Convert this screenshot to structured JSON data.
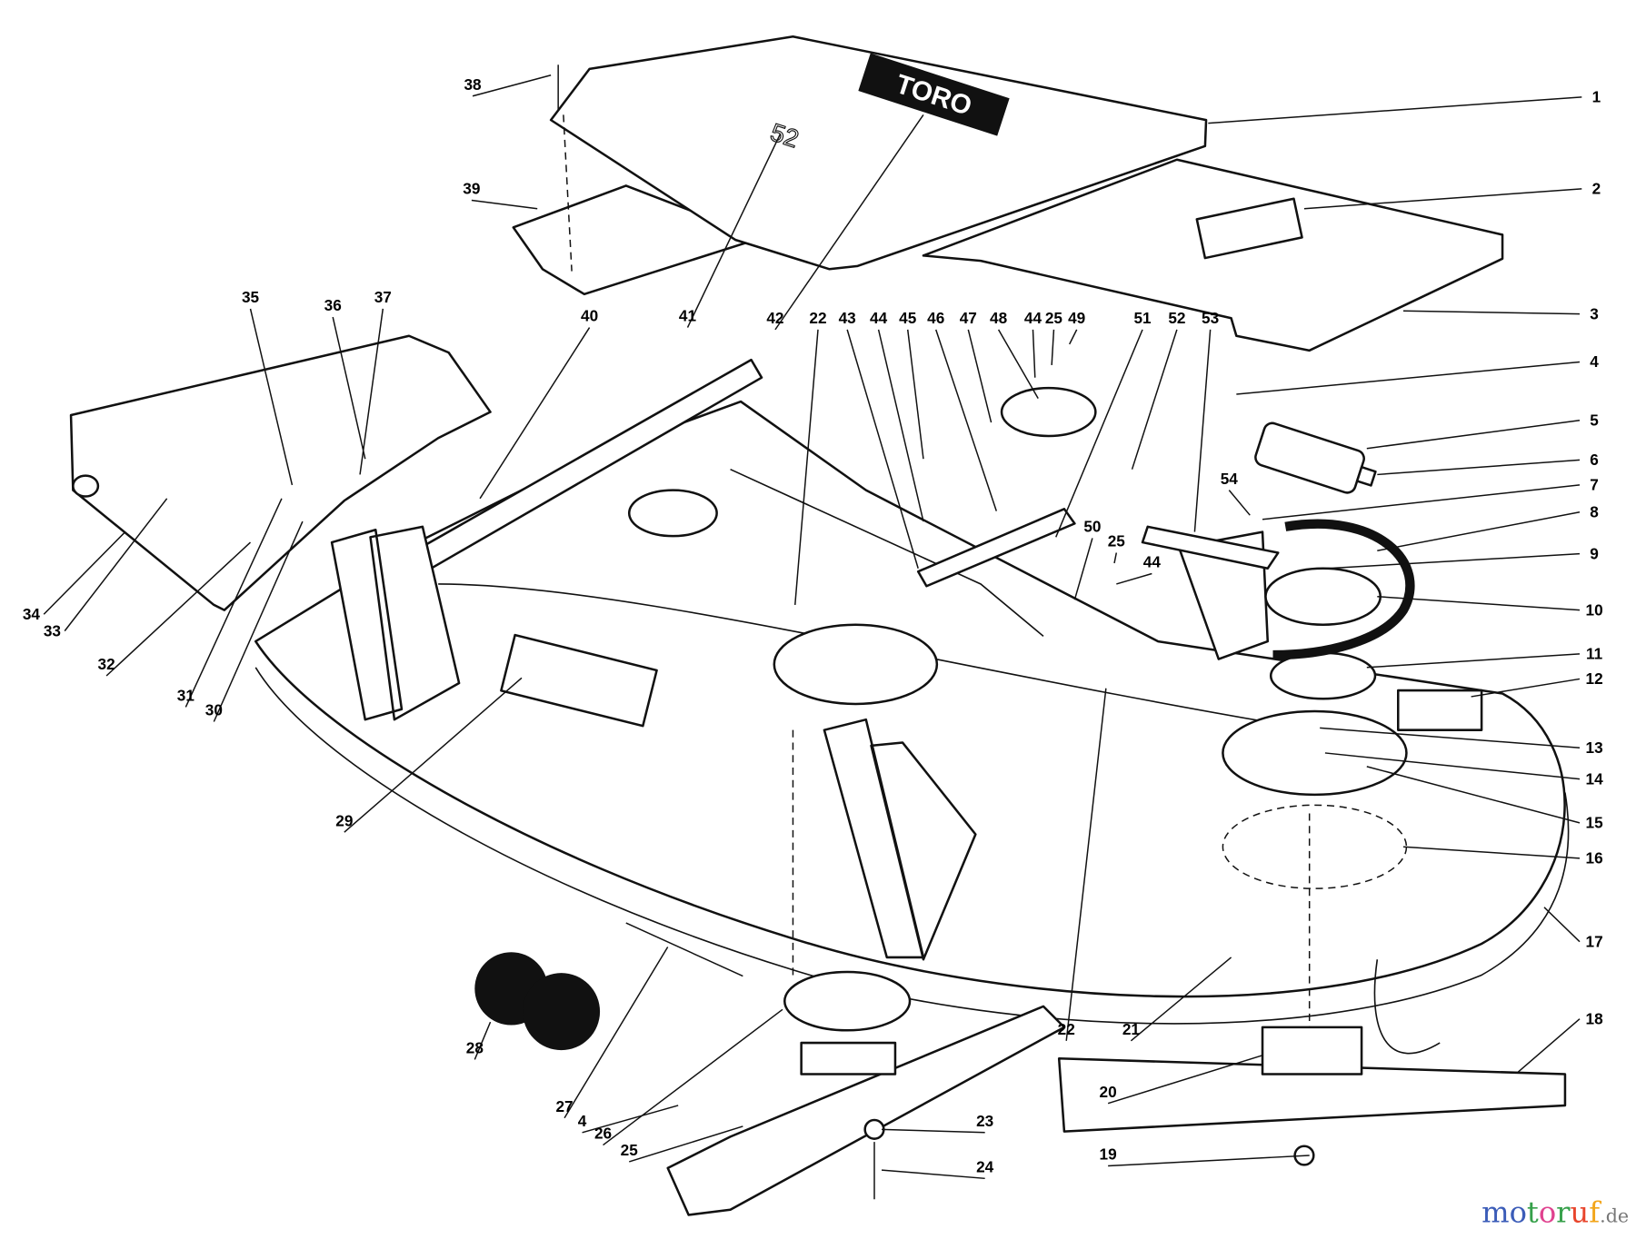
{
  "diagram": {
    "type": "exploded parts diagram",
    "callouts": [
      "1",
      "2",
      "3",
      "4",
      "5",
      "6",
      "7",
      "8",
      "9",
      "10",
      "11",
      "12",
      "13",
      "14",
      "15",
      "16",
      "17",
      "18",
      "19",
      "20",
      "21",
      "22",
      "23",
      "24",
      "25",
      "26",
      "27",
      "4",
      "28",
      "29",
      "30",
      "31",
      "32",
      "33",
      "34",
      "35",
      "36",
      "37",
      "38",
      "39",
      "40",
      "41",
      "42",
      "22",
      "43",
      "44",
      "45",
      "46",
      "47",
      "48",
      "44",
      "25",
      "49",
      "51",
      "52",
      "53",
      "54",
      "50",
      "25",
      "44"
    ],
    "cover_logo": "TORO",
    "cover_badge": "52",
    "colors": {
      "line": "#111111",
      "fill": "#ffffff"
    }
  },
  "watermark": {
    "letters": [
      {
        "ch": "m",
        "color": "#3b5cb8"
      },
      {
        "ch": "o",
        "color": "#3b5cb8"
      },
      {
        "ch": "t",
        "color": "#36a04a"
      },
      {
        "ch": "o",
        "color": "#e0428f"
      },
      {
        "ch": "r",
        "color": "#36a04a"
      },
      {
        "ch": "u",
        "color": "#e8452c"
      },
      {
        "ch": "f",
        "color": "#f2a51a"
      }
    ],
    "suffix": ".de"
  }
}
